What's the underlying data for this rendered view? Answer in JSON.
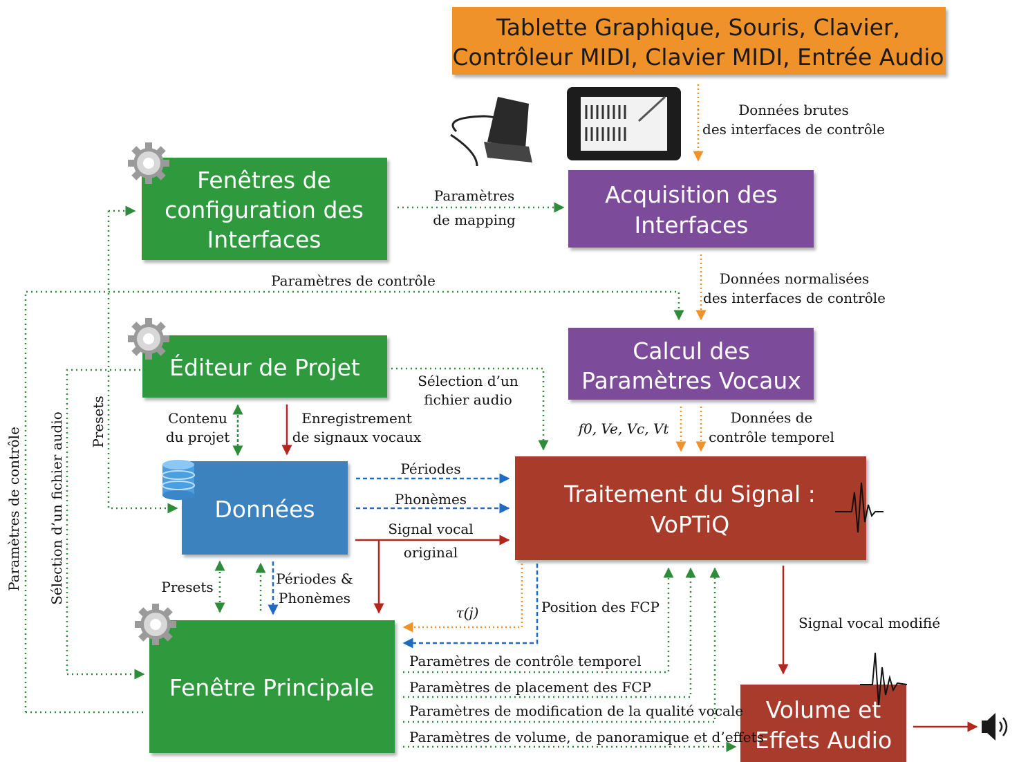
{
  "boxes": {
    "inputs": {
      "line1": "Tablette Graphique, Souris, Clavier,",
      "line2": "Contrôleur MIDI, Clavier MIDI, Entrée Audio"
    },
    "config": {
      "line1": "Fenêtres de",
      "line2": "configuration des",
      "line3": "Interfaces"
    },
    "acquisition": {
      "line1": "Acquisition des",
      "line2": "Interfaces"
    },
    "calcul": {
      "line1": "Calcul des",
      "line2": "Paramètres Vocaux"
    },
    "editeur": {
      "line1": "Éditeur de Projet"
    },
    "donnees": {
      "line1": "Données"
    },
    "traitement": {
      "line1": "Traitement du Signal :",
      "line2": "VoPTiQ"
    },
    "principale": {
      "line1": "Fenêtre Principale"
    },
    "volume": {
      "line1": "Volume et",
      "line2": "Effets Audio"
    }
  },
  "labels": {
    "donnees_brutes": {
      "line1": "Données brutes",
      "line2": "des interfaces de contrôle"
    },
    "mapping": {
      "line1": "Paramètres",
      "line2": "de mapping"
    },
    "parametres_controle": "Paramètres de contrôle",
    "donnees_normalisees": {
      "line1": "Données normalisées",
      "line2": "des interfaces de contrôle"
    },
    "selection_fichier": {
      "line1": "Sélection d’un",
      "line2": "fichier audio"
    },
    "contenu_projet": {
      "line1": "Contenu",
      "line2": "du projet"
    },
    "enregistrement": {
      "line1": "Enregistrement",
      "line2": "de signaux vocaux"
    },
    "params_vocaux": "f0, Ve, Vc, Vt",
    "controle_temporel": {
      "line1": "Données de",
      "line2": "contrôle temporel"
    },
    "periodes": "Périodes",
    "phonemes": "Phonèmes",
    "signal_vocal_original": {
      "line1": "Signal vocal",
      "line2": "original"
    },
    "presets_bottom": "Presets",
    "periodes_phonemes": {
      "line1": "Périodes &",
      "line2": "Phonèmes"
    },
    "tau": "τ(j)",
    "position_fcp": "Position des FCP",
    "signal_modifie": "Signal vocal modifié",
    "param_temporel": "Paramètres de contrôle temporel",
    "param_fcp": "Paramètres de placement des FCP",
    "param_qualite": "Paramètres de modification de la qualité vocale",
    "param_volume": "Paramètres de volume,  de panoramique et d’effets",
    "vertical_controle": "Paramètres de contrôle",
    "vertical_selection": "Sélection d’un fichier audio",
    "vertical_presets": "Presets"
  },
  "colors": {
    "orange": "#f0922a",
    "purple": "#7c4b9a",
    "green": "#2f9a3c",
    "blue": "#3a82bf",
    "red": "#a83b2c",
    "dotted_green": "#2e8b3a",
    "dotted_orange": "#f0922a",
    "dotted_blue": "#1f6bc2",
    "solid_red": "#b3261e"
  },
  "icons": [
    "gear-icon",
    "database-icon",
    "waveform-icon",
    "speaker-icon",
    "tablet-icon",
    "pedal-icon"
  ]
}
